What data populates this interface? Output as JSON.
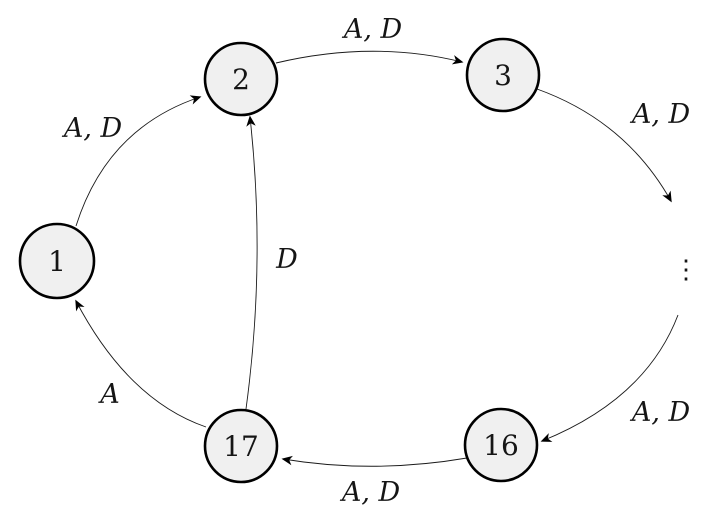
{
  "diagram": {
    "kind": "cyclic-state-diagram",
    "background": "#ffffff",
    "node_fill": "#f0f0f0",
    "node_stroke": "#000000",
    "edge_stroke": "#1a1a1a",
    "ellipsis": "⋮",
    "nodes": [
      {
        "id": "1",
        "label": "1"
      },
      {
        "id": "2",
        "label": "2"
      },
      {
        "id": "3",
        "label": "3"
      },
      {
        "id": "16",
        "label": "16"
      },
      {
        "id": "17",
        "label": "17"
      }
    ],
    "edges": [
      {
        "from": "1",
        "to": "2",
        "label": "A, D"
      },
      {
        "from": "2",
        "to": "3",
        "label": "A, D"
      },
      {
        "from": "3",
        "to": "⋮",
        "label": "A, D"
      },
      {
        "from": "⋮",
        "to": "16",
        "label": "A, D"
      },
      {
        "from": "16",
        "to": "17",
        "label": "A, D"
      },
      {
        "from": "17",
        "to": "1",
        "label": "A"
      },
      {
        "from": "17",
        "to": "2",
        "label": "D"
      }
    ]
  }
}
